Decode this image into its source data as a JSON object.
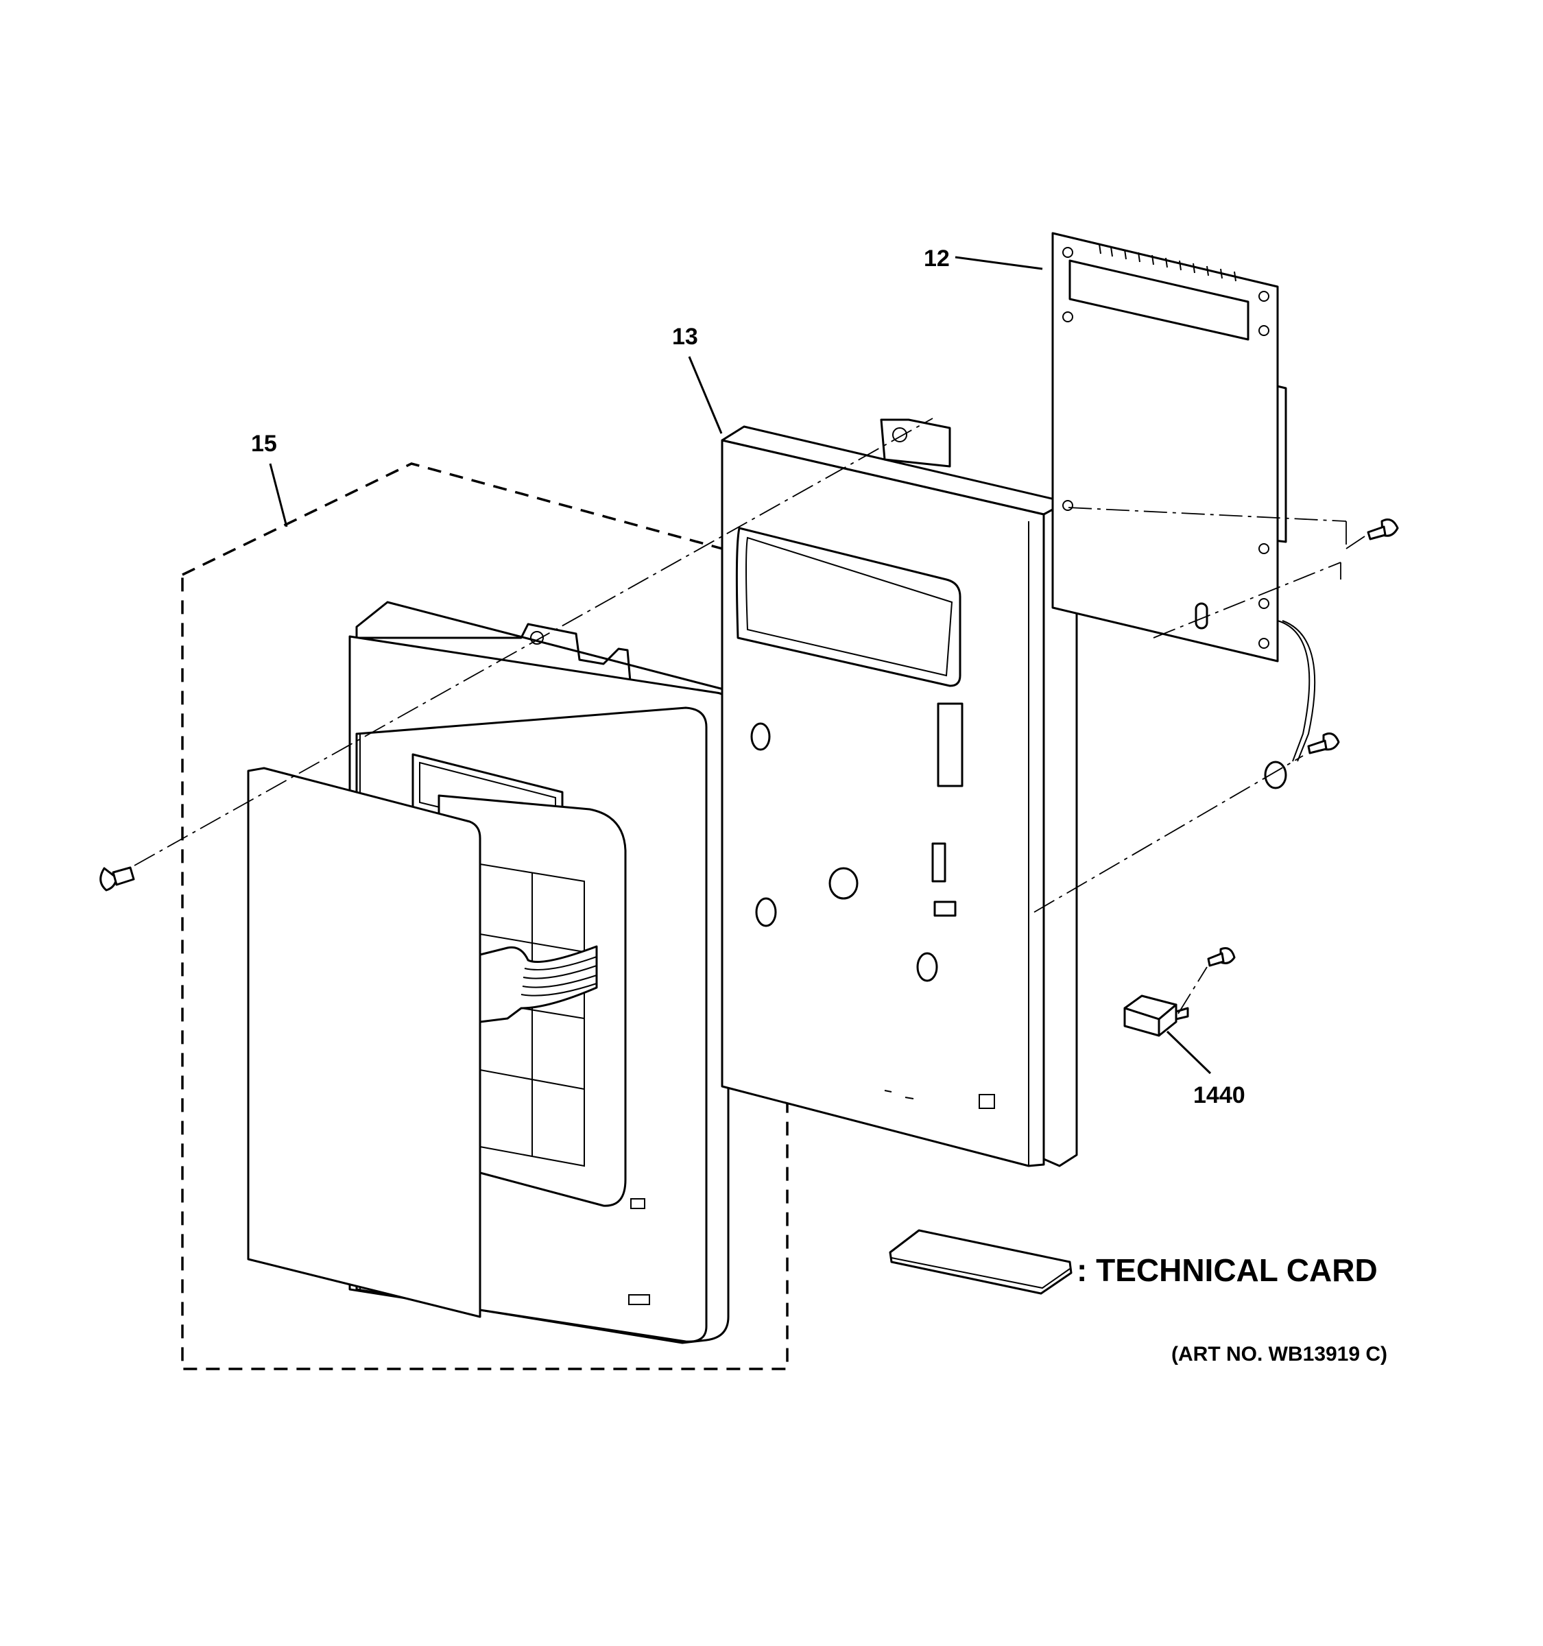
{
  "diagram": {
    "callouts": {
      "board": "12",
      "bracket": "13",
      "control_panel": "15",
      "connector": "1440"
    },
    "legend_text": ": TECHNICAL CARD",
    "art_number": "(ART NO.  WB13919 C)"
  }
}
